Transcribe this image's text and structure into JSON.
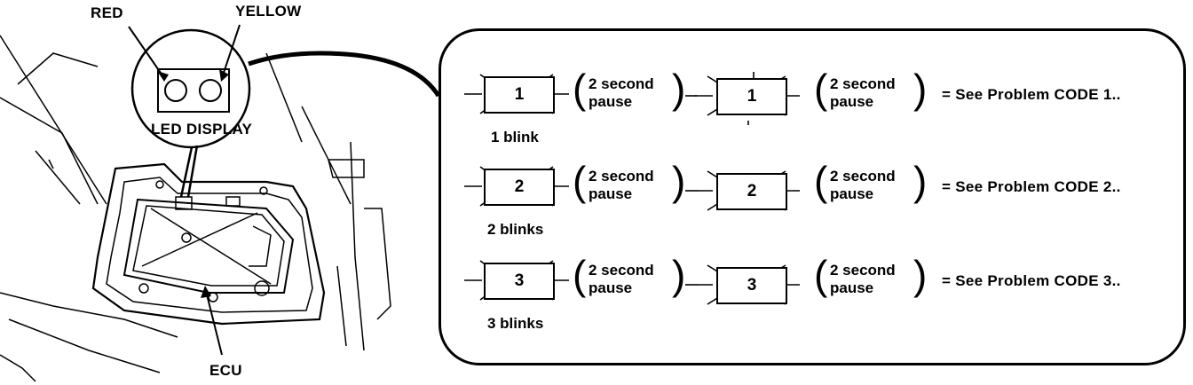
{
  "labels": {
    "red": "RED",
    "yellow": "YELLOW",
    "led_display": "LED DISPLAY",
    "ecu": "ECU"
  },
  "rows": [
    {
      "first_led": "1",
      "blink_label": "1 blink",
      "pause_line1": "2 second",
      "pause_line2": "pause",
      "second_led": "1",
      "pause2_line1": "2 second",
      "pause2_line2": "pause",
      "result": "= See Problem CODE 1.."
    },
    {
      "first_led": "2",
      "blink_label": "2 blinks",
      "pause_line1": "2 second",
      "pause_line2": "pause",
      "second_led": "2",
      "pause2_line1": "2 second",
      "pause2_line2": "pause",
      "result": "= See Problem CODE 2.."
    },
    {
      "first_led": "3",
      "blink_label": "3 blinks",
      "pause_line1": "2 second",
      "pause_line2": "pause",
      "second_led": "3",
      "pause2_line1": "2 second",
      "pause2_line2": "pause",
      "result": "= See Problem CODE 3.."
    }
  ]
}
